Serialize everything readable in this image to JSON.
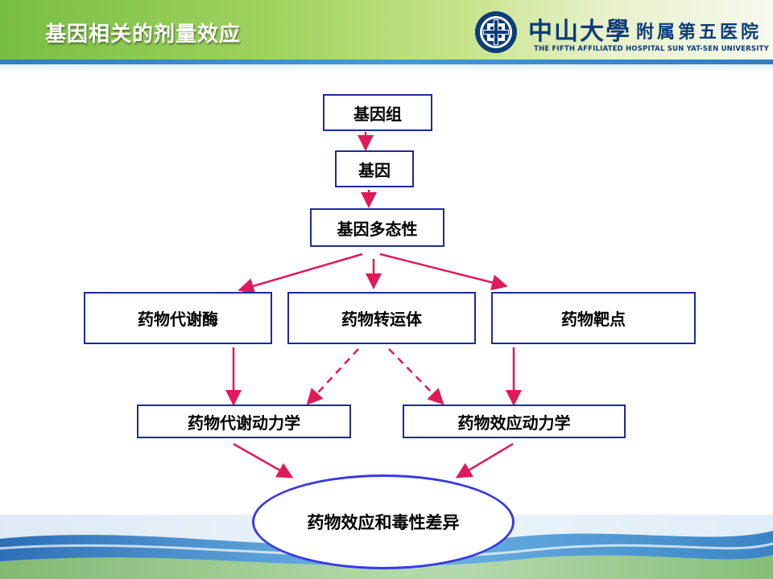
{
  "header": {
    "title": "基因相关的剂量效应",
    "logo": {
      "name_cn": "中山大學",
      "hospital_cn": "附属第五医院",
      "name_en": "THE FIFTH AFFILIATED HOSPITAL SUN YAT-SEN UNIVERSITY",
      "emblem_icon": "university-emblem-icon"
    }
  },
  "colors": {
    "header_green": "#78be43",
    "header_blue_stripe": "#2f7fc0",
    "node_border": "#1c2a9e",
    "ellipse_border": "#3a3ae0",
    "arrow": "#e0195a",
    "logo_text": "#0d3c78"
  },
  "diagram": {
    "genome": "基因组",
    "gene": "基因",
    "polymorphism": "基因多态性",
    "metabolic_enzyme": "药物代谢酶",
    "transporter": "药物转运体",
    "target": "药物靶点",
    "pharmacokinetics": "药物代谢动力学",
    "pharmacodynamics": "药物效应动力学",
    "outcome": "药物效应和毒性差异"
  }
}
